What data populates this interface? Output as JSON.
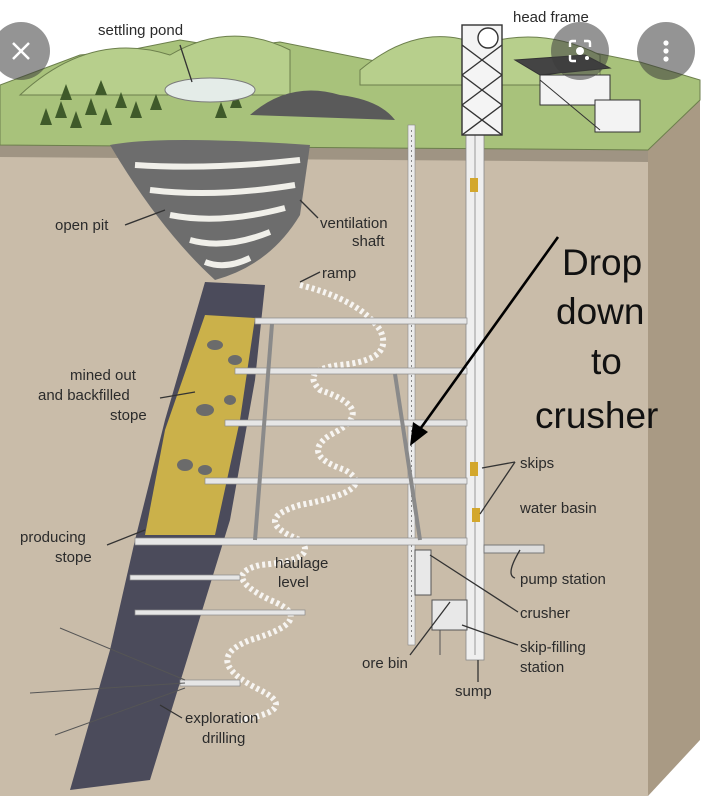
{
  "labels": {
    "settling_pond": "settling pond",
    "head_frame": "head frame",
    "open_pit": "open pit",
    "ventilation": "ventilation",
    "shaft": "shaft",
    "ramp": "ramp",
    "mined_out": "mined out",
    "and_backfilled": "and backfilled",
    "stope": "stope",
    "skips": "skips",
    "water_basin": "water basin",
    "producing": "producing",
    "producing_stope": "stope",
    "haulage": "haulage",
    "level": "level",
    "pump_station": "pump station",
    "crusher": "crusher",
    "skip_filling": "skip-filling",
    "station": "station",
    "ore_bin": "ore bin",
    "sump": "sump",
    "exploration": "exploration",
    "drilling": "drilling"
  },
  "annotation": {
    "lines": [
      "Drop",
      "down",
      "to",
      "crusher"
    ]
  },
  "overlay": {
    "close_icon": "close-icon",
    "lens_icon": "lens-icon",
    "more_icon": "more-vertical-icon"
  },
  "colors": {
    "ground": "#c8bba8",
    "ground_side": "#b9ab96",
    "grass": "#a9c27a",
    "orebody": "#4a4a5a",
    "fill": "#cdb34a",
    "tunnel": "#e6e6e6"
  }
}
